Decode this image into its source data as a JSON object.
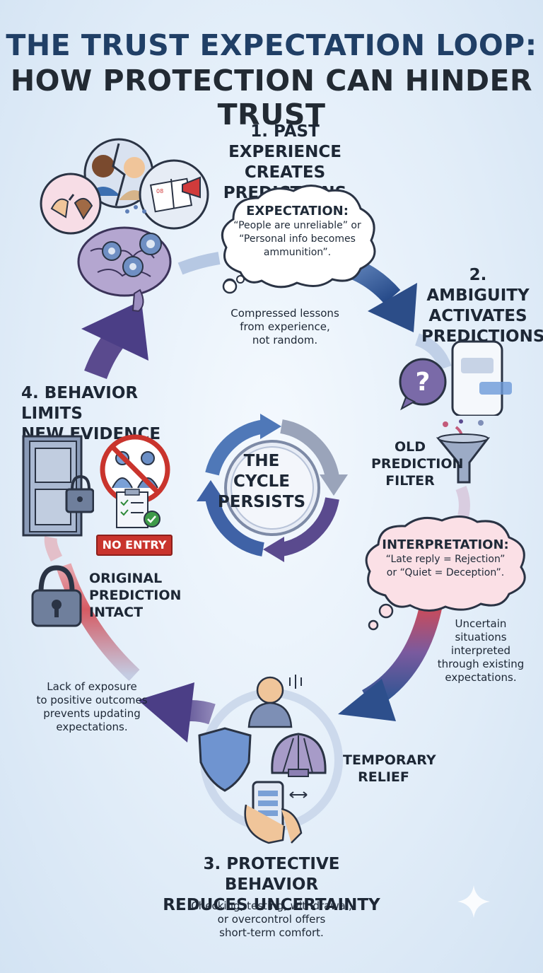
{
  "title": {
    "line1": "THE TRUST EXPECTATION LOOP:",
    "line2": "HOW PROTECTION CAN HINDER TRUST"
  },
  "steps": {
    "step1": {
      "line1": "1. PAST EXPERIENCE",
      "line2": "CREATES PREDICTIONS"
    },
    "step2": {
      "line1": "2. AMBIGUITY",
      "line2": "ACTIVATES",
      "line3": "PREDICTIONS"
    },
    "step3": {
      "line1": "3. PROTECTIVE BEHAVIOR",
      "line2": "REDUCES UNCERTAINTY"
    },
    "step4": {
      "line1": "4. BEHAVIOR LIMITS",
      "line2": "NEW EVIDENCE"
    }
  },
  "expectation_cloud": {
    "title": "EXPECTATION:",
    "line1": "“People are unreliable” or",
    "line2": "“Personal info becomes",
    "line3": "ammunition”."
  },
  "interpretation_cloud": {
    "title": "INTERPRETATION:",
    "line1": "“Late reply = Rejection”",
    "line2": "or “Quiet = Deception”."
  },
  "notes": {
    "compressed": {
      "line1": "Compressed lessons",
      "line2": "from experience,",
      "line3": "not random."
    },
    "uncertain": {
      "line1": "Uncertain",
      "line2": "situations",
      "line3": "interpreted",
      "line4": "through existing",
      "line5": "expectations."
    },
    "lack": {
      "line1": "Lack of exposure",
      "line2": "to positive outcomes",
      "line3": "prevents updating",
      "line4": "expectations."
    },
    "checking": {
      "line1": "Checking, testing, withdrawal,",
      "line2": "or overcontrol offers",
      "line3": "short-term comfort."
    }
  },
  "labels": {
    "filter": {
      "line1": "OLD",
      "line2": "PREDICTION",
      "line3": "FILTER"
    },
    "relief": {
      "line1": "TEMPORARY",
      "line2": "RELIEF"
    },
    "intact": {
      "line1": "ORIGINAL",
      "line2": "PREDICTION",
      "line3": "INTACT"
    },
    "no_entry": "NO ENTRY"
  },
  "center": {
    "line1": "THE",
    "line2": "CYCLE",
    "line3": "PERSISTS"
  },
  "icons": {
    "phone_question": "?",
    "colors": {
      "dark_blue": "#2f5593",
      "purple": "#5a4a8e",
      "red": "#c9342d",
      "pink_cloud": "#fbe0e6"
    }
  }
}
